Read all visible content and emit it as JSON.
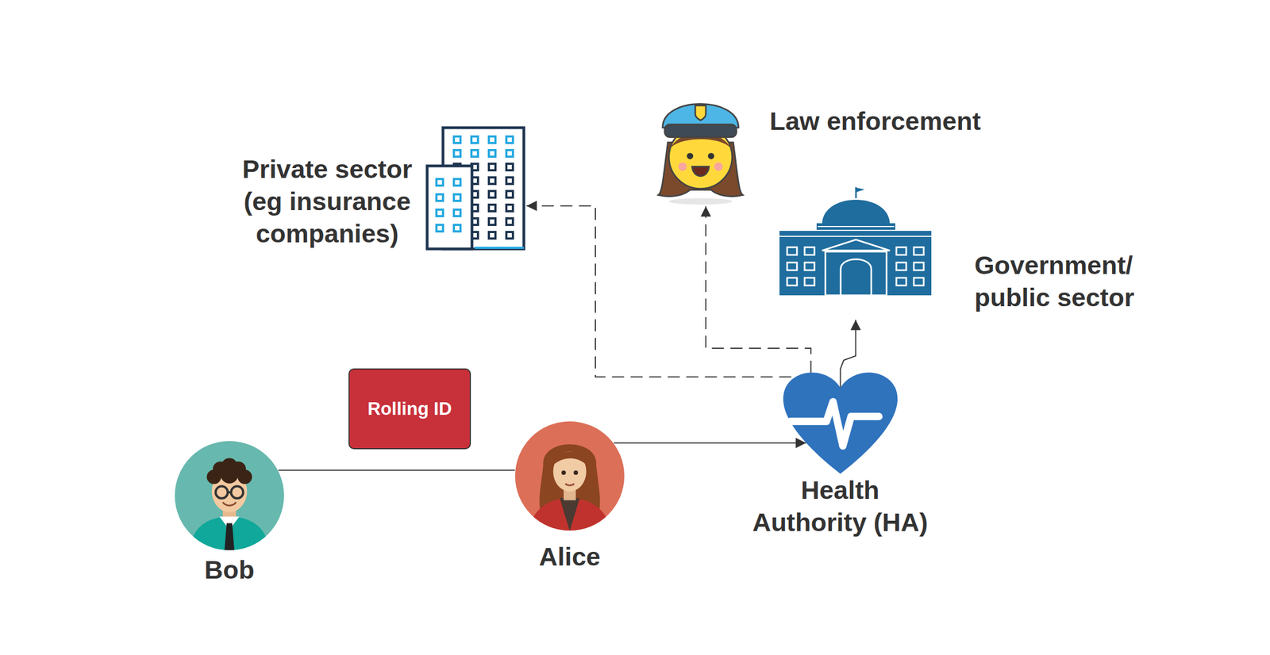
{
  "diagram": {
    "nodes": [
      {
        "text": [
          "Private sector (eg insurance companies)"
        ]
      },
      {
        "text": [
          "Law enforcement"
        ]
      },
      {
        "text": [
          "Government/ public sector"
        ]
      },
      {
        "text": [
          "Rolling ID"
        ]
      },
      {
        "text": [
          "Bob"
        ]
      },
      {
        "text": [
          "Alice"
        ]
      },
      {
        "text": [
          "Health Authority (HA)"
        ]
      }
    ],
    "edges": [
      {
        "from": 4,
        "to": 5,
        "arrow": "none"
      },
      {
        "from": 5,
        "to": 6,
        "arrow": "to"
      },
      {
        "from": 6,
        "to": 0,
        "arrow": "to"
      },
      {
        "from": 6,
        "to": 1,
        "arrow": "to"
      },
      {
        "from": 6,
        "to": 2,
        "arrow": "to"
      }
    ]
  }
}
